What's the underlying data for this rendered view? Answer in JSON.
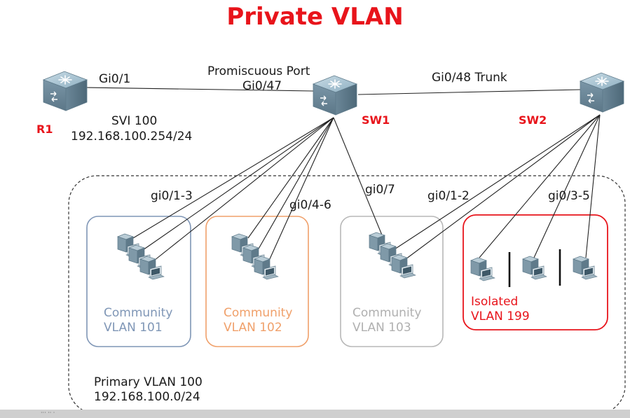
{
  "title": "Private VLAN",
  "devices": {
    "r1": {
      "name": "R1",
      "port": "Gi0/1",
      "svi_line1": "SVI 100",
      "svi_line2": "192.168.100.254/24"
    },
    "sw1": {
      "name": "SW1",
      "port_line1": "Promiscuous Port",
      "port_line2": "Gi0/47"
    },
    "sw2": {
      "name": "SW2",
      "trunk": "Gi0/48 Trunk"
    }
  },
  "port_labels": {
    "sw1_a": "gi0/1-3",
    "sw1_b": "gi0/4-6",
    "sw1_c": "gi0/7",
    "sw2_a": "gi0/1-2",
    "sw2_b": "gi0/3-5"
  },
  "groups": [
    {
      "line1": "Community",
      "line2": "VLAN 101",
      "color": "#7f96b6"
    },
    {
      "line1": "Community",
      "line2": "VLAN 102",
      "color": "#f0a06a"
    },
    {
      "line1": "Community",
      "line2": "VLAN 103",
      "color": "#b0b0b0"
    },
    {
      "line1": "Isolated",
      "line2": "VLAN 199",
      "color": "#e8141b"
    }
  ],
  "primary": {
    "line1": "Primary VLAN 100",
    "line2": "192.168.100.0/24"
  },
  "footer": "··· ·· ·",
  "colors": {
    "accent": "#e8141b",
    "device": "#7d98a8",
    "pc": "#8aa0ad"
  }
}
